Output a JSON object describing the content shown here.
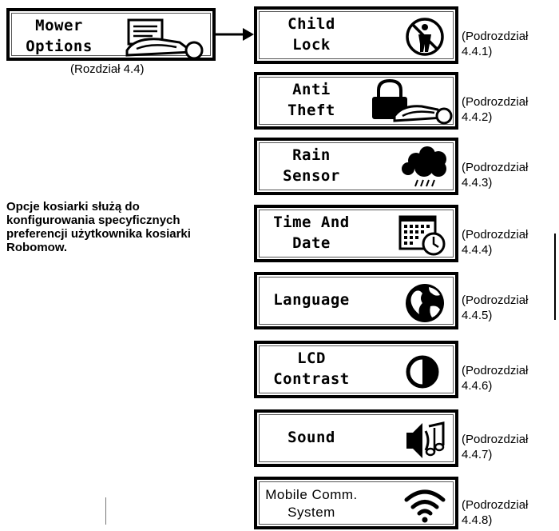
{
  "main_menu": {
    "label_line1": "Mower",
    "label_line2": "Options",
    "icon": "mower-options-icon",
    "caption": "(Rozdział 4.4)"
  },
  "description": "Opcje kosiarki służą do konfigurowania specyficznych preferencji użytkownika kosiarki Robomow.",
  "submenus": [
    {
      "line1": "Child",
      "line2": "Lock",
      "icon": "child-lock-icon",
      "ref_line1": "(Podrozdział",
      "ref_line2": "4.4.1)"
    },
    {
      "line1": "Anti",
      "line2": "Theft",
      "icon": "anti-theft-icon",
      "ref_line1": "(Podrozdział",
      "ref_line2": "4.4.2)"
    },
    {
      "line1": "Rain",
      "line2": "Sensor",
      "icon": "rain-sensor-icon",
      "ref_line1": "(Podrozdział",
      "ref_line2": "4.4.3)"
    },
    {
      "line1": "Time And",
      "line2": "Date",
      "icon": "time-date-icon",
      "ref_line1": "(Podrozdział",
      "ref_line2": "4.4.4)"
    },
    {
      "line1": "Language",
      "line2": "",
      "icon": "globe-icon",
      "ref_line1": "(Podrozdział",
      "ref_line2": "4.4.5)"
    },
    {
      "line1": "LCD",
      "line2": "Contrast",
      "icon": "contrast-icon",
      "ref_line1": "(Podrozdział",
      "ref_line2": "4.4.6)"
    },
    {
      "line1": "Sound",
      "line2": "",
      "icon": "sound-icon",
      "ref_line1": "(Podrozdział",
      "ref_line2": "4.4.7)"
    },
    {
      "line1": "Mobile Comm.",
      "line2": "System",
      "icon": "wifi-icon",
      "ref_line1": "(Podrozdział",
      "ref_line2": "4.4.8)"
    }
  ]
}
